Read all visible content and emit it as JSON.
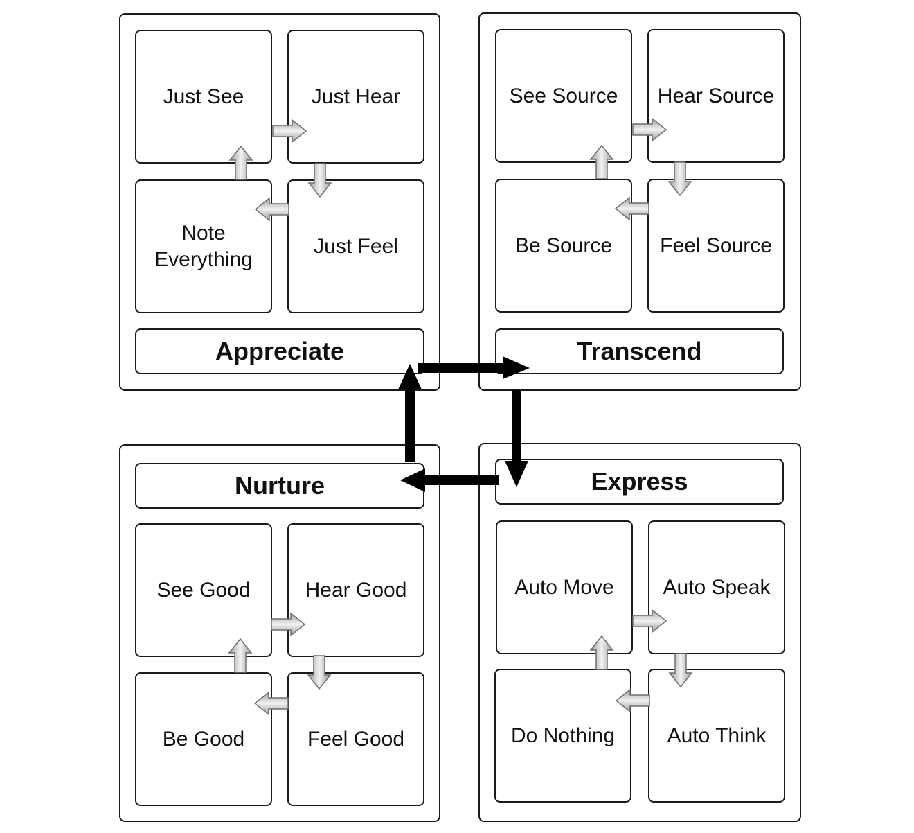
{
  "quadrants": {
    "appreciate": {
      "title": "Appreciate",
      "cells": [
        "Just See",
        "Just Hear",
        "Note Everything",
        "Just Feel"
      ]
    },
    "transcend": {
      "title": "Transcend",
      "cells": [
        "See Source",
        "Hear Source",
        "Be Source",
        "Feel Source"
      ]
    },
    "nurture": {
      "title": "Nurture",
      "cells": [
        "See Good",
        "Hear Good",
        "Be Good",
        "Feel Good"
      ]
    },
    "express": {
      "title": "Express",
      "cells": [
        "Auto Move",
        "Auto Speak",
        "Do Nothing",
        "Auto Think"
      ]
    }
  },
  "colors": {
    "stroke": "#1a1a1a",
    "arrow_light": "#d9d9d9",
    "arrow_dark": "#000000"
  }
}
